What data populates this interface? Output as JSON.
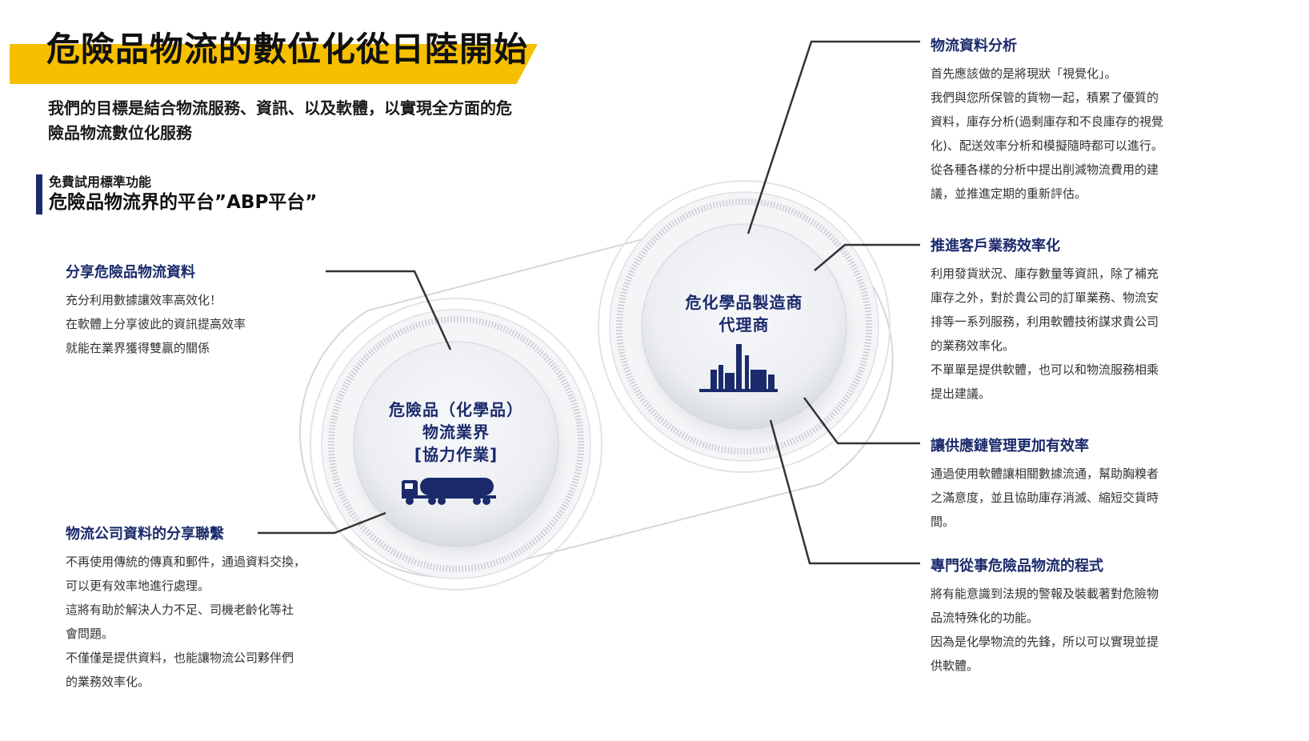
{
  "header": {
    "title": "危險品物流的數位化從日陸開始",
    "intro": "我們的目標是結合物流服務、資訊、以及軟體，以實現全方面的危險品物流數位化服務",
    "platform_sub": "免費試用標準功能",
    "platform_main": "危險品物流界的平台”ABP平台”"
  },
  "left_sections": [
    {
      "title": "分享危險品物流資料",
      "body": "充分利用數據讓效率高效化！\n在軟體上分享彼此的資訊提高效率\n就能在業界獲得雙贏的關係"
    },
    {
      "title": "物流公司資料的分享聯繫",
      "body": "不再使用傳統的傳真和郵件，通過資料交換，\n可以更有效率地進行處理。\n這將有助於解決人力不足、司機老齡化等社\n會問題。\n不僅僅是提供資料，也能讓物流公司夥伴們\n的業務效率化。"
    }
  ],
  "right_sections": [
    {
      "title": "物流資料分析",
      "body": "首先應該做的是將現狀「視覺化」。\n我們與您所保管的貨物一起，積累了優質的\n資料，庫存分析(過剩庫存和不良庫存的視覺\n化)、配送效率分析和模擬隨時都可以進行。\n從各種各樣的分析中提出削減物流費用的建\n議，並推進定期的重新評估。"
    },
    {
      "title": "推進客戶業務效率化",
      "body": "利用發貨狀況、庫存數量等資訊，除了補充\n庫存之外，對於貴公司的訂單業務、物流安\n排等一系列服務，利用軟體技術謀求貴公司\n的業務效率化。\n不單單是提供軟體，也可以和物流服務相乘\n提出建議。"
    },
    {
      "title": "讓供應鏈管理更加有效率",
      "body": "通過使用軟體讓相關數據流通，幫助胸糗者\n之滿意度，並且協助庫存消滅、縮短交貨時\n間。"
    },
    {
      "title": "專門從事危險品物流的程式",
      "body": "將有能意識到法規的警報及裝載著對危險物\n品流特殊化的功能。\n因為是化學物流的先鋒，所以可以實現並提\n供軟體。"
    }
  ],
  "nodes": {
    "logistics": {
      "line1": "危險品（化學品）",
      "line2": "物流業界",
      "line3": "[協力作業]",
      "icon": "tanker-truck-icon"
    },
    "manufacturer": {
      "line1": "危化學品製造商",
      "line2": "代理商",
      "icon": "factory-icon"
    }
  },
  "colors": {
    "accent_yellow": "#f6c000",
    "navy": "#1b2a6b",
    "connector": "#333333",
    "circle_face": "#eceef2"
  }
}
